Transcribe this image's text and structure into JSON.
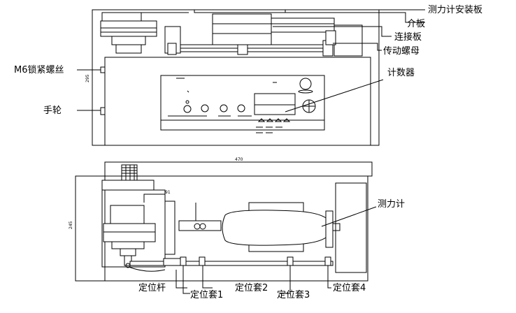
{
  "labels": {
    "force_gauge_mount_plate": "测力计安装板",
    "intermediate_plate": "介板",
    "connecting_plate": "连接板",
    "drive_nut": "传动螺母",
    "m6_lock_screw": "M6锁紧螺丝",
    "handwheel": "手轮",
    "counter": "计数器",
    "force_gauge": "测力计",
    "positioning_rod": "定位杆",
    "positioning_sleeve_1": "定位套1",
    "positioning_sleeve_2": "定位套2",
    "positioning_sleeve_3": "定位套3",
    "positioning_sleeve_4": "定位套4"
  },
  "dimensions": {
    "top_left_side": "295",
    "bottom_width": "470",
    "bottom_height": "245",
    "bottom_small": "91"
  },
  "colors": {
    "line": "#000000",
    "background": "#ffffff"
  }
}
